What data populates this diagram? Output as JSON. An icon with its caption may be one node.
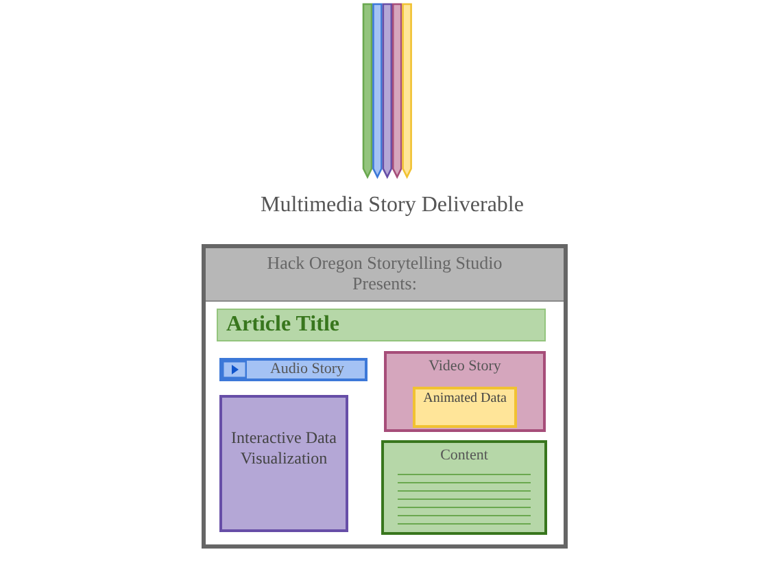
{
  "diagram": {
    "nodes": [
      {
        "text": [
          "Hack Oregon Storytelling Studio Presents:"
        ]
      },
      {
        "text": [
          "Article Title"
        ],
        "in": 0
      },
      {
        "text": [
          "Audio Story"
        ],
        "in": 0
      },
      {
        "text": [
          "Video Story"
        ],
        "in": 0
      },
      {
        "text": [
          "Animated Data"
        ],
        "in": 3
      },
      {
        "text": [
          "Interactive Data Visualization"
        ],
        "in": 0
      },
      {
        "text": [
          "Content"
        ],
        "in": 0
      }
    ],
    "labels": [
      "Multimedia Story Deliverable"
    ]
  }
}
